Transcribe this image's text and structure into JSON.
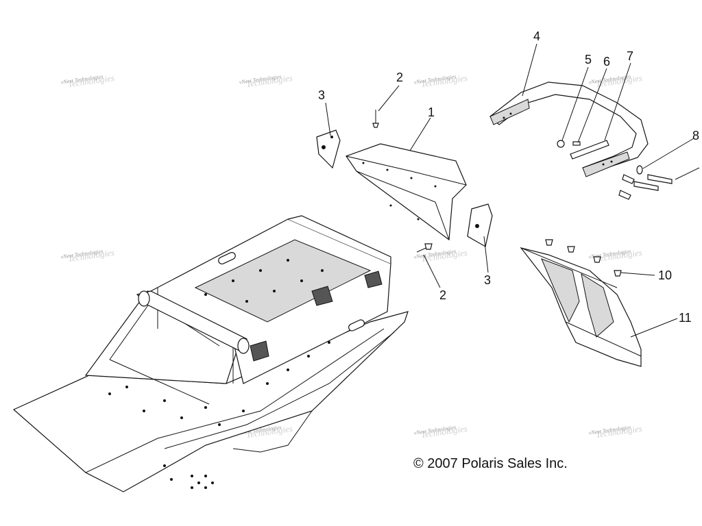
{
  "callouts": [
    "1",
    "2",
    "2",
    "3",
    "3",
    "4",
    "5",
    "6",
    "7",
    "8",
    "10",
    "11"
  ],
  "watermark": {
    "line1": "vNext Technologies",
    "line2": "Technologies"
  },
  "copyright": "© 2007 Polaris Sales Inc."
}
